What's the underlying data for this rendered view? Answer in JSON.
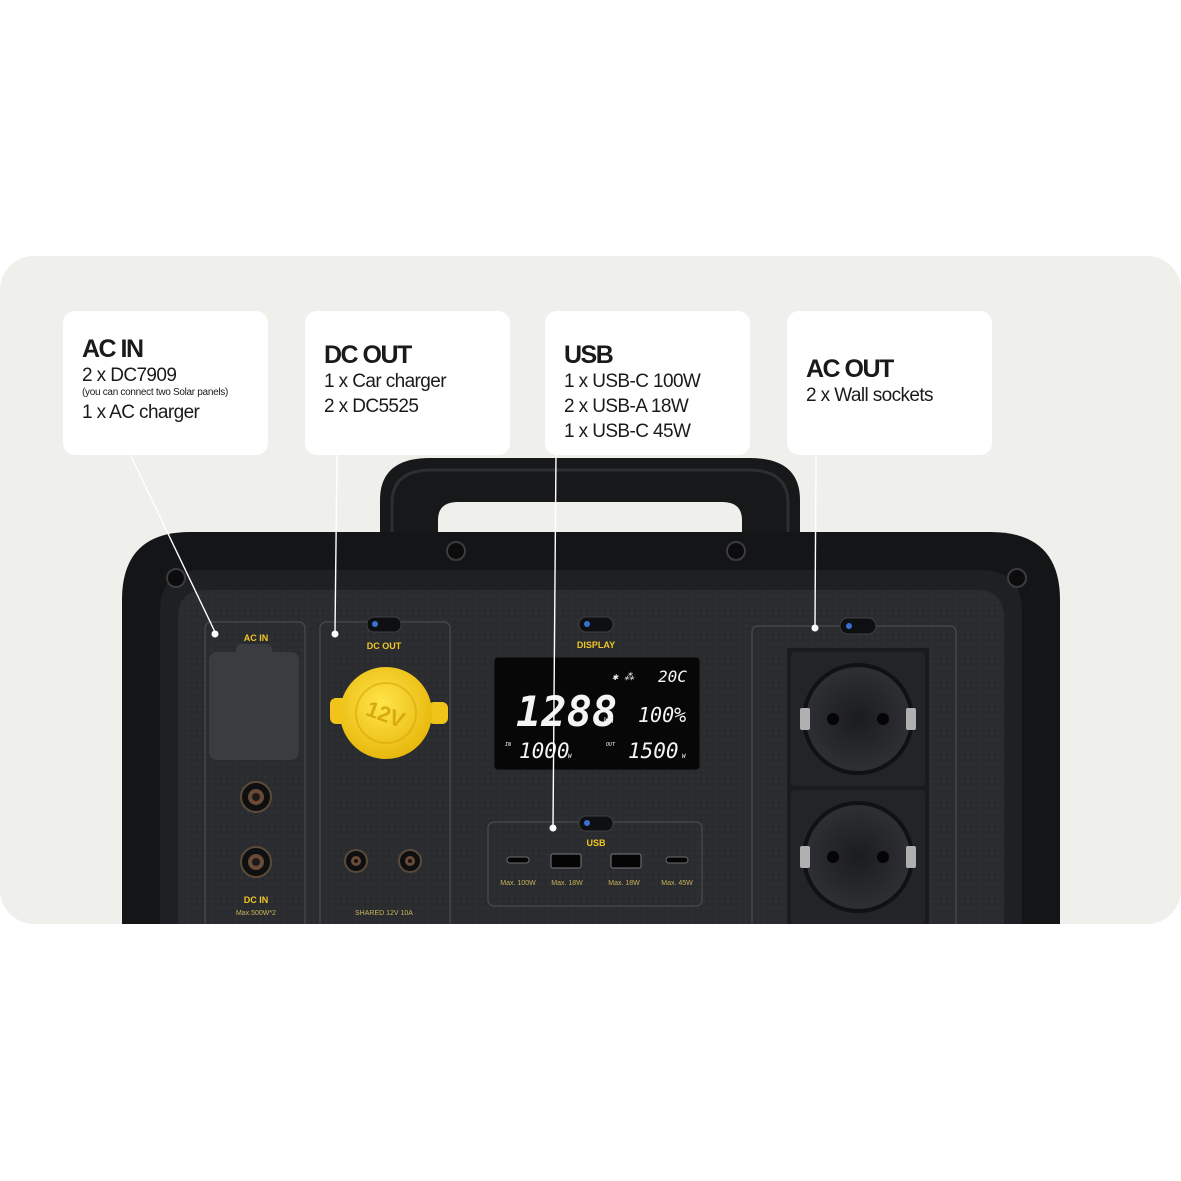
{
  "cards": [
    {
      "title": "AC IN",
      "lines": [
        "2 x DC7909",
        "1 x AC charger"
      ],
      "note": "(you can connect two Solar panels)"
    },
    {
      "title": "DC OUT",
      "lines": [
        "1 x Car charger",
        "2 x DC5525"
      ]
    },
    {
      "title": "USB",
      "lines": [
        "1 x USB-C 100W",
        "2 x USB-A 18W",
        "1 x USB-C 45W"
      ]
    },
    {
      "title": "AC OUT",
      "lines": [
        "2 x Wall sockets"
      ]
    }
  ],
  "device": {
    "labels": {
      "ac_in": "AC IN",
      "dc_out": "DC OUT",
      "display": "DISPLAY",
      "usb": "USB",
      "dc_in": "DC IN",
      "dc_in_sub": "Max.500W*2",
      "shared": "SHARED 12V 10A",
      "car_socket": "12V"
    },
    "lcd": {
      "capacity": "1288",
      "capacity_unit": "Wh",
      "percent": "100%",
      "temperature": "20C",
      "in_label": "IN",
      "in_value": "1000",
      "out_label": "OUT",
      "out_value": "1500",
      "watt_unit": "W"
    },
    "usb_ports": [
      "Max. 100W",
      "Max. 18W",
      "Max. 18W",
      "Max. 45W"
    ]
  },
  "colors": {
    "accent_yellow": "#f2c623",
    "body": "#1d1f22",
    "background": "#efefec"
  }
}
